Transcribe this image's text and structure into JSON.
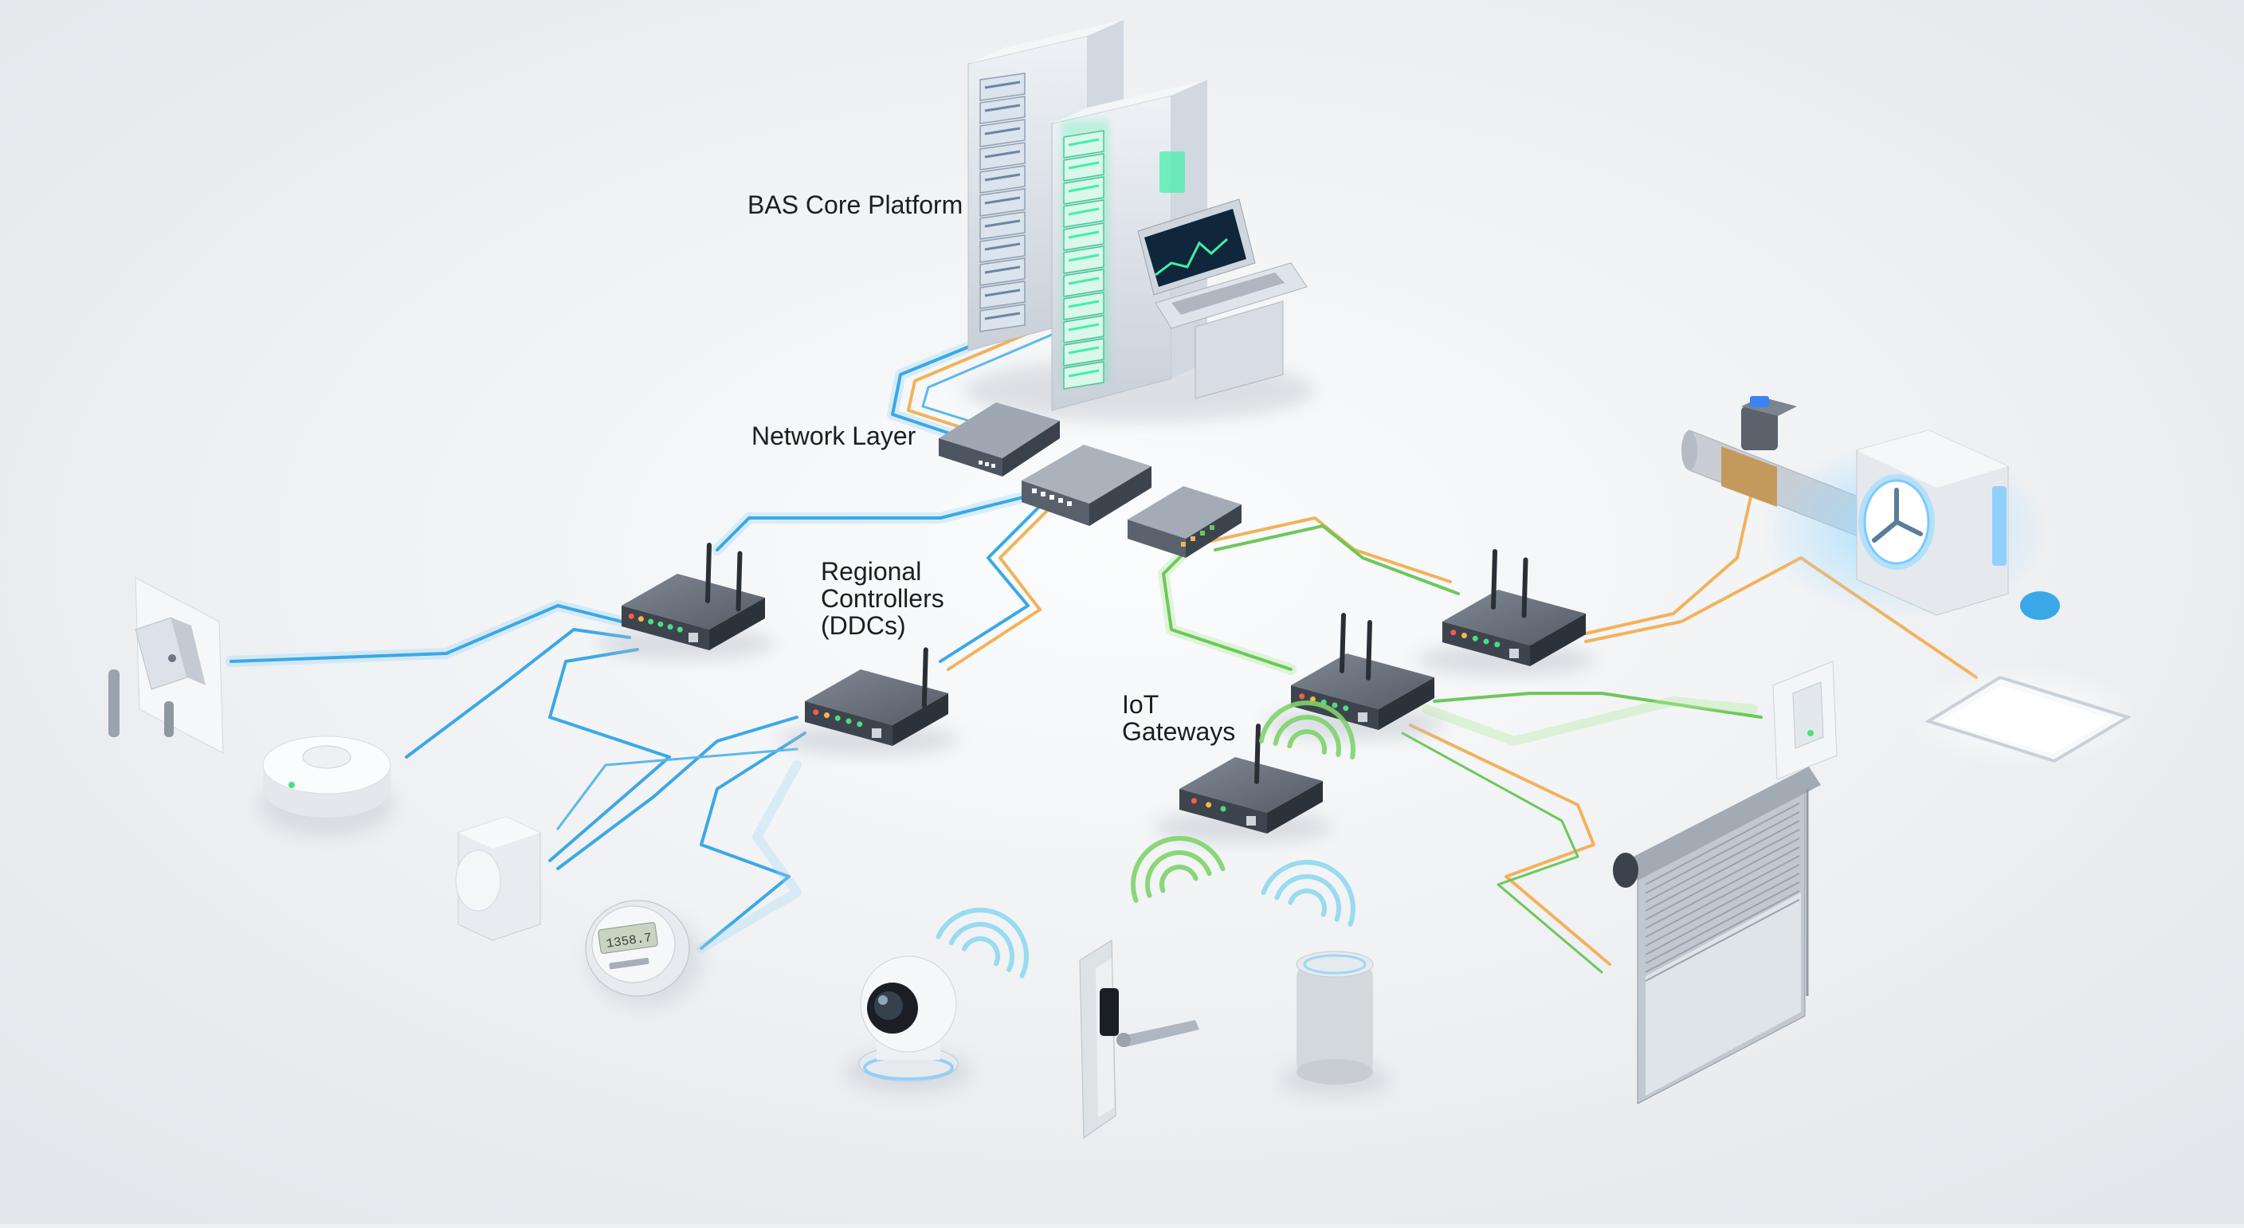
{
  "labels": {
    "core_platform": "BAS Core Platform",
    "network_layer": "Network Layer",
    "regional_controllers": "Regional\nControllers\n(DDCs)",
    "iot_gateways": "IoT\nGateways"
  },
  "meter_reading": "1358.7",
  "colors": {
    "background": "#eef0f3",
    "wired_link": "#5bb8ea",
    "iot_link_green": "#7ed36a",
    "iot_link_orange": "#f2b25a",
    "status_led_green": "#4ade80",
    "device_body": "#5d6570",
    "server_glow": "#3ff0a8"
  },
  "icons": [
    "bas-server-rack-icon",
    "operator-workstation-icon",
    "network-switch-icon",
    "ddc-controller-icon",
    "iot-gateway-icon",
    "wall-sensor-icon",
    "smoke-detector-icon",
    "motion-sensor-icon",
    "energy-meter-icon",
    "security-camera-icon",
    "smart-door-lock-icon",
    "smart-speaker-icon",
    "motorized-blind-icon",
    "wall-switch-icon",
    "ceiling-light-panel-icon",
    "control-valve-icon",
    "hvac-fan-unit-icon",
    "wireless-signal-icon"
  ]
}
